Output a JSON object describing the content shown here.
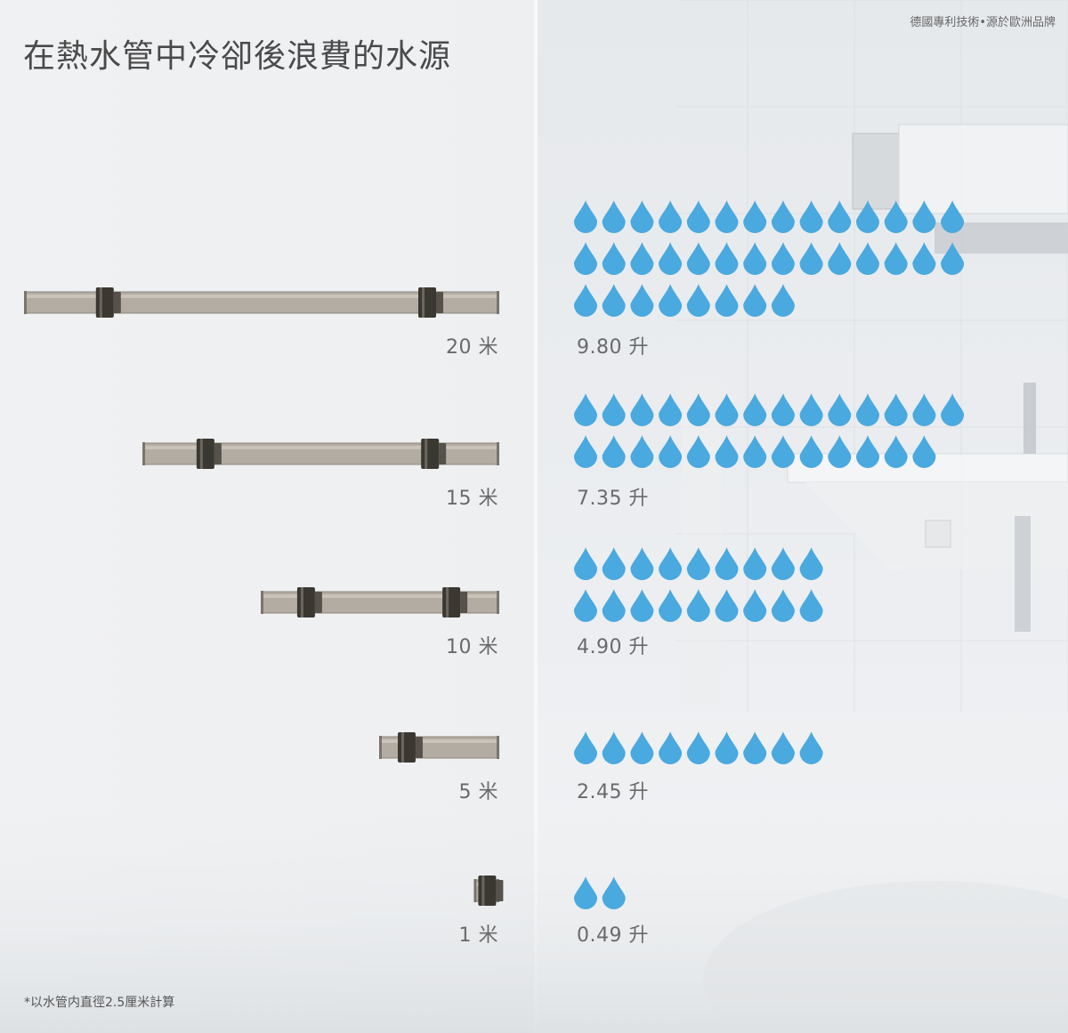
{
  "header": {
    "title": "在熱水管中冷卻後浪費的水源",
    "brand": "德國專利技術•源於歐洲品牌"
  },
  "footnote": "*以水管内直徑2.5厘米計算",
  "colors": {
    "drop": "#4aa9de",
    "pipe": "#b3aca2",
    "pipe_edge": "#8d867c",
    "fitting": "#3b3731",
    "text": "#6a6a6a"
  },
  "icons": [
    "water-drop-icon",
    "pipe-icon",
    "pipe-fitting-icon"
  ],
  "chart_data": {
    "type": "bar",
    "title": "在熱水管中冷卻後浪費的水源",
    "categories": [
      "20 米",
      "15 米",
      "10 米",
      "5 米",
      "1 米"
    ],
    "series": [
      {
        "values": [
          20,
          15,
          10,
          5,
          1
        ]
      },
      {
        "values": [
          9.8,
          7.35,
          4.9,
          2.45,
          0.49
        ]
      }
    ],
    "length_labels": [
      "20 米",
      "15 米",
      "10 米",
      "5 米",
      "1 米"
    ],
    "volume_labels": [
      "9.80 升",
      "7.35 升",
      "4.90 升",
      "2.45 升",
      "0.49 升"
    ],
    "drop_counts": [
      36,
      27,
      18,
      9,
      2
    ],
    "drops_per_row": [
      14,
      14,
      9,
      9,
      2
    ],
    "fittings_per_pipe": [
      2,
      2,
      2,
      1,
      1
    ],
    "xlim": [
      0,
      20
    ]
  }
}
